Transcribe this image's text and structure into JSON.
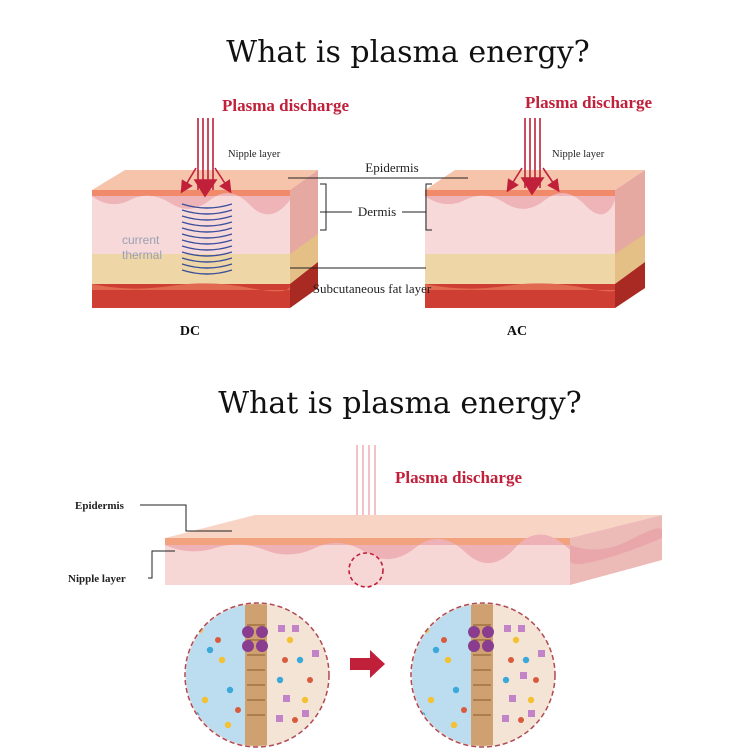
{
  "colors": {
    "accent_red": "#c0203a",
    "epidermis": "#f3b69a",
    "dermis": "#f6d8d8",
    "fat": "#efd7a8",
    "muscle": "#c8382e",
    "wave_blue": "#3a4f9a"
  },
  "top": {
    "title": "What is plasma energy?",
    "left_plasma": "Plasma discharge",
    "right_plasma": "Plasma discharge",
    "left_nipple": "Nipple layer",
    "right_nipple": "Nipple layer",
    "epidermis": "Epidermis",
    "dermis": "Dermis",
    "subcutaneous": "Subcutaneous fat layer",
    "wm_current": "current",
    "wm_thermal": "thermal",
    "label_dc": "DC",
    "label_ac": "AC"
  },
  "bottom": {
    "title": "What is plasma energy?",
    "plasma": "Plasma discharge",
    "epidermis": "Epidermis",
    "nipple": "Nipple layer"
  }
}
